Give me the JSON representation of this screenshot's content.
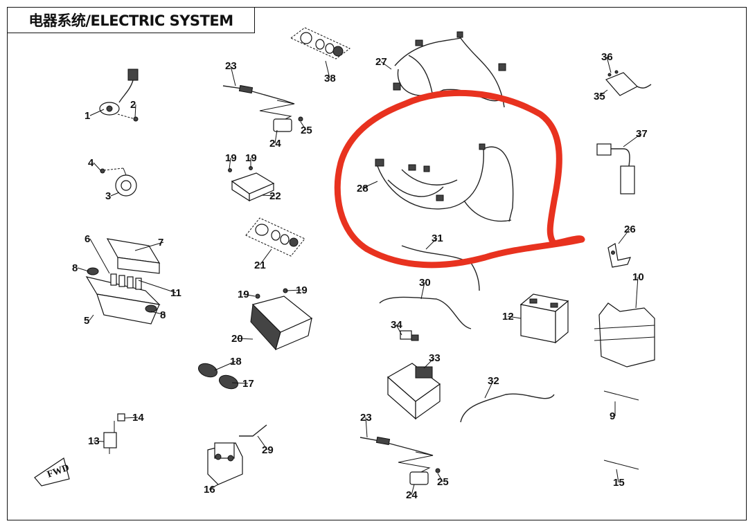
{
  "title": "电器系统/ELECTRIC SYSTEM",
  "fwd_label": "FWD",
  "annotation_color": "#e8321f",
  "parts": [
    {
      "number": "1"
    },
    {
      "number": "2"
    },
    {
      "number": "3"
    },
    {
      "number": "4"
    },
    {
      "number": "5"
    },
    {
      "number": "6"
    },
    {
      "number": "7"
    },
    {
      "number": "8"
    },
    {
      "number": "8"
    },
    {
      "number": "9"
    },
    {
      "number": "10"
    },
    {
      "number": "11"
    },
    {
      "number": "12"
    },
    {
      "number": "13"
    },
    {
      "number": "14"
    },
    {
      "number": "15"
    },
    {
      "number": "16"
    },
    {
      "number": "17"
    },
    {
      "number": "18"
    },
    {
      "number": "19"
    },
    {
      "number": "19"
    },
    {
      "number": "19"
    },
    {
      "number": "19"
    },
    {
      "number": "20"
    },
    {
      "number": "21"
    },
    {
      "number": "22"
    },
    {
      "number": "23"
    },
    {
      "number": "23"
    },
    {
      "number": "24"
    },
    {
      "number": "24"
    },
    {
      "number": "25"
    },
    {
      "number": "25"
    },
    {
      "number": "26"
    },
    {
      "number": "27"
    },
    {
      "number": "28"
    },
    {
      "number": "29"
    },
    {
      "number": "30"
    },
    {
      "number": "31"
    },
    {
      "number": "32"
    },
    {
      "number": "33"
    },
    {
      "number": "34"
    },
    {
      "number": "35"
    },
    {
      "number": "36"
    },
    {
      "number": "37"
    },
    {
      "number": "38"
    }
  ]
}
